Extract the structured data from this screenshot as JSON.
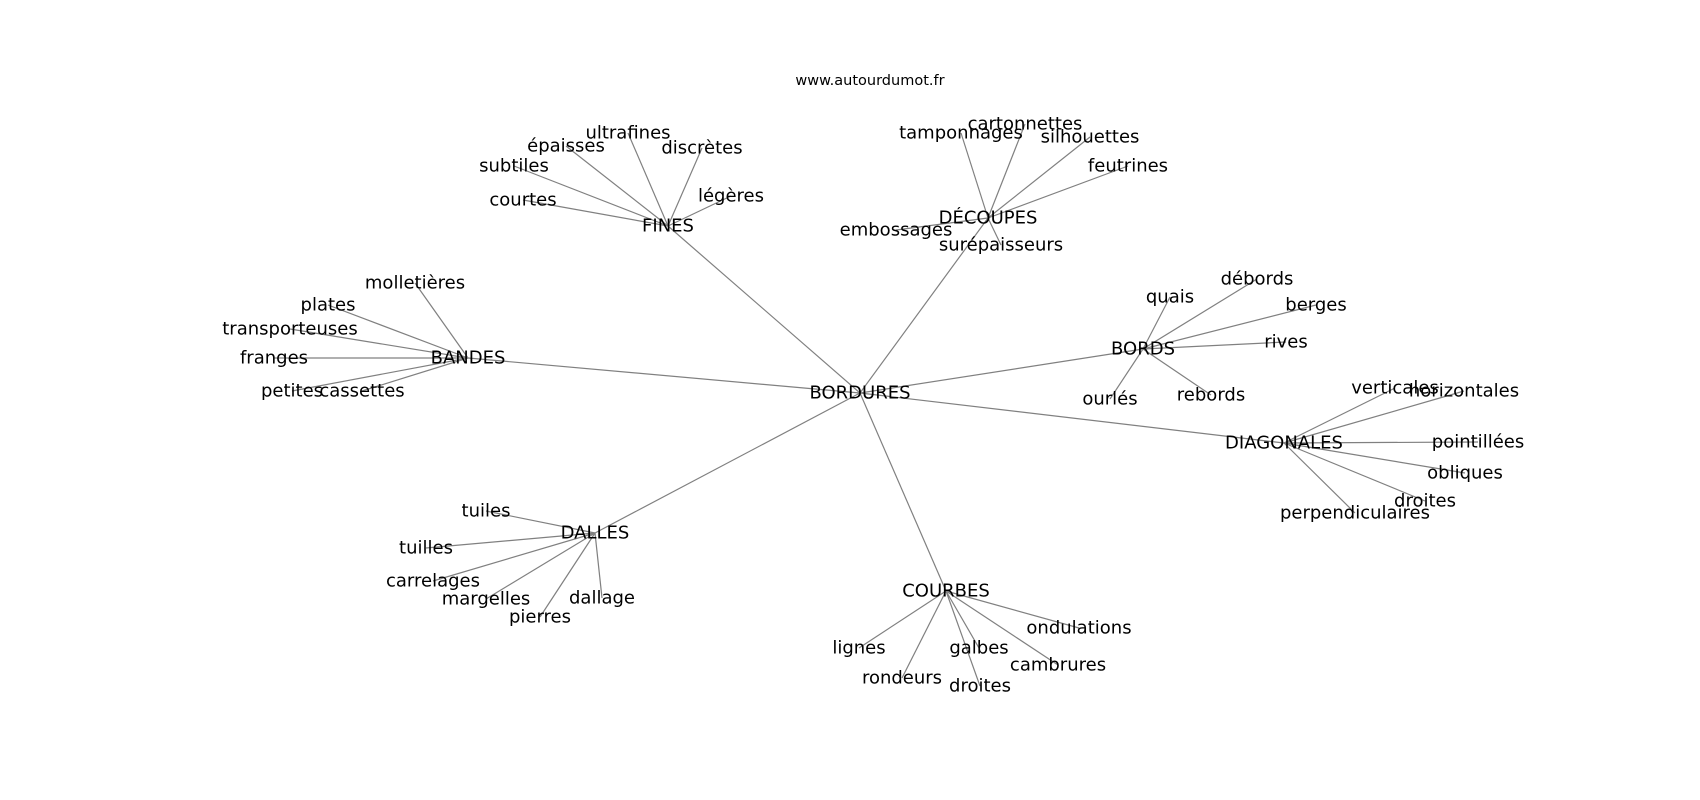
{
  "source": "www.autourdumot.fr",
  "colors": {
    "edge": "#808080",
    "text": "#000000",
    "background": "#ffffff"
  },
  "graph": {
    "root": "BORDURES",
    "groups": [
      {
        "label": "FINES",
        "children": [
          "ultrafines",
          "épaisses",
          "discrètes",
          "subtiles",
          "légères",
          "courtes"
        ]
      },
      {
        "label": "DÉCOUPES",
        "children": [
          "cartonnettes",
          "tamponnages",
          "silhouettes",
          "feutrines",
          "embossages",
          "surépaisseurs"
        ]
      },
      {
        "label": "BANDES",
        "children": [
          "molletières",
          "plates",
          "transporteuses",
          "franges",
          "petites",
          "cassettes"
        ]
      },
      {
        "label": "BORDS",
        "children": [
          "débords",
          "quais",
          "berges",
          "rives",
          "ourlés",
          "rebords"
        ]
      },
      {
        "label": "DIAGONALES",
        "children": [
          "verticales",
          "horizontales",
          "pointillées",
          "obliques",
          "droites",
          "perpendiculaires"
        ]
      },
      {
        "label": "DALLES",
        "children": [
          "tuiles",
          "tuilles",
          "carrelages",
          "margelles",
          "dallage",
          "pierres"
        ]
      },
      {
        "label": "COURBES",
        "children": [
          "ondulations",
          "lignes",
          "galbes",
          "cambrures",
          "rondeurs",
          "droites"
        ]
      }
    ]
  }
}
